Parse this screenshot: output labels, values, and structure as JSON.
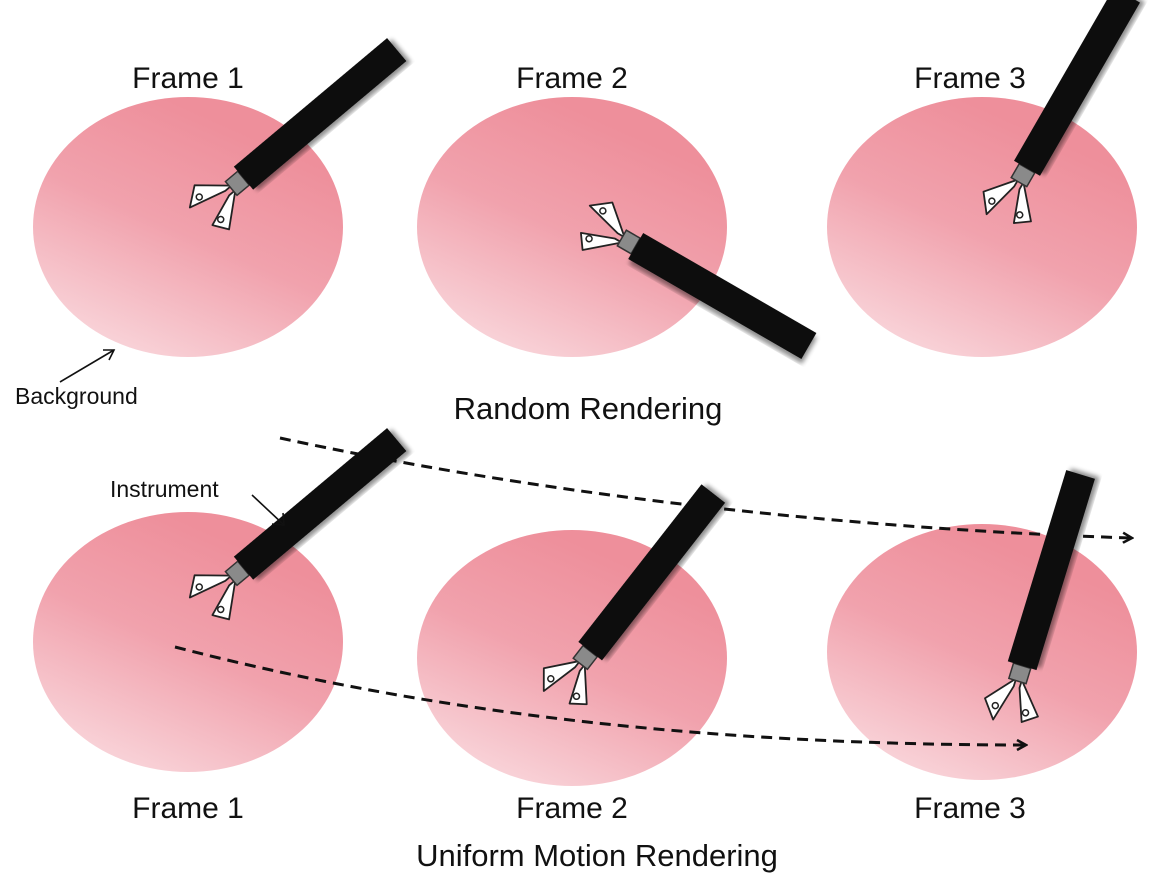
{
  "top_row": {
    "frame_labels": [
      "Frame 1",
      "Frame 2",
      "Frame 3"
    ],
    "title": "Random Rendering"
  },
  "bottom_row": {
    "frame_labels": [
      "Frame 1",
      "Frame 2",
      "Frame 3"
    ],
    "title": "Uniform Motion Rendering"
  },
  "annotations": {
    "background": "Background",
    "instrument": "Instrument"
  },
  "colors": {
    "tissue_light": "#f8d3d9",
    "tissue_dark": "#ee929e",
    "instrument_shaft": "#0a0a0a",
    "instrument_joint": "#8a8a8a",
    "arrow": "#111111"
  }
}
